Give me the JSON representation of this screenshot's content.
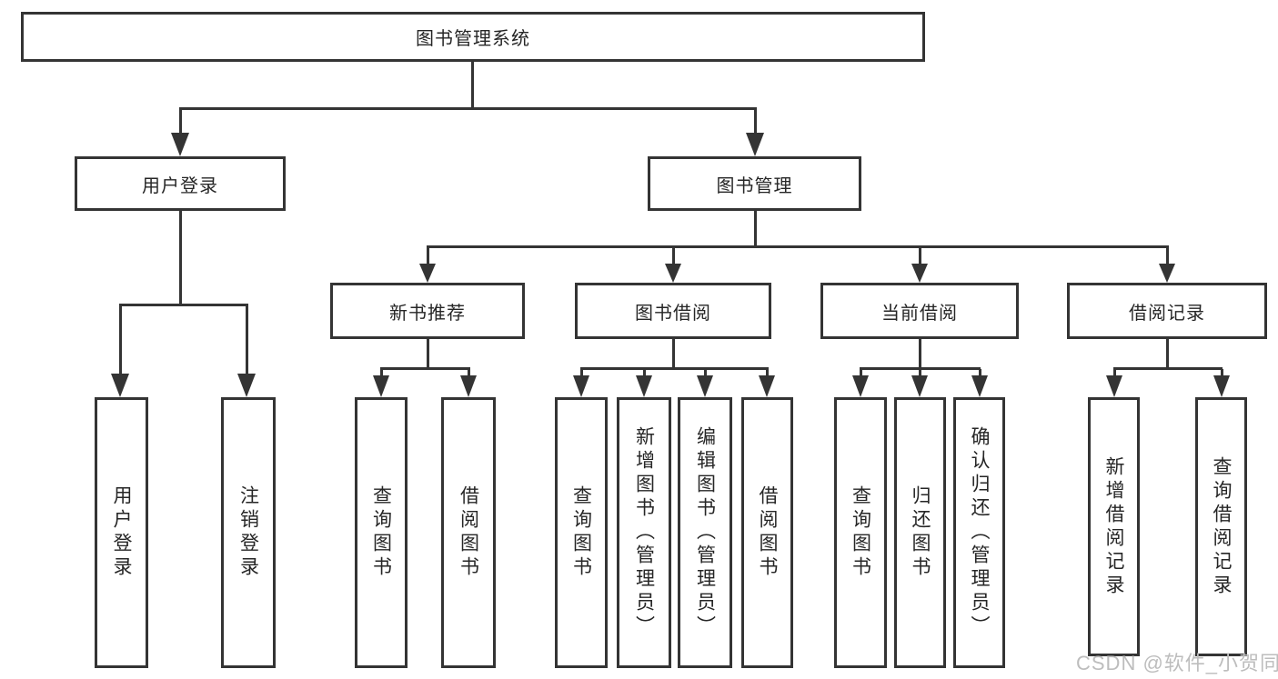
{
  "diagram_type": "hierarchy-tree",
  "tree": {
    "root": {
      "label": "图书管理系统",
      "children": [
        {
          "label": "用户登录",
          "children": [
            {
              "label": "用户登录"
            },
            {
              "label": "注销登录"
            }
          ]
        },
        {
          "label": "图书管理",
          "children": [
            {
              "label": "新书推荐",
              "children": [
                {
                  "label": "查询图书"
                },
                {
                  "label": "借阅图书"
                }
              ]
            },
            {
              "label": "图书借阅",
              "children": [
                {
                  "label": "查询图书"
                },
                {
                  "label": "新增图书（管理员）"
                },
                {
                  "label": "编辑图书（管理员）"
                },
                {
                  "label": "借阅图书"
                }
              ]
            },
            {
              "label": "当前借阅",
              "children": [
                {
                  "label": "查询图书"
                },
                {
                  "label": "归还图书"
                },
                {
                  "label": "确认归还（管理员）"
                }
              ]
            },
            {
              "label": "借阅记录",
              "children": [
                {
                  "label": "新增借阅记录"
                },
                {
                  "label": "查询借阅记录"
                }
              ]
            }
          ]
        }
      ]
    }
  },
  "watermark": "CSDN @软件_小贺同学",
  "colors": {
    "line": "#343434",
    "box_background": "#ffffff",
    "text": "#262626",
    "watermark_text": "#bdbdbd",
    "page_background": "#ffffff"
  }
}
